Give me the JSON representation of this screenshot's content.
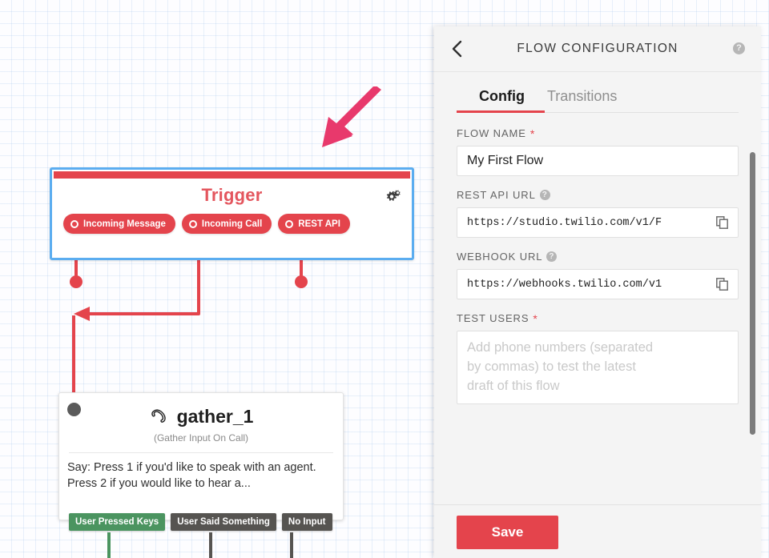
{
  "canvas": {
    "trigger": {
      "title": "Trigger",
      "gear_icon": "gears-icon",
      "pills": [
        {
          "label": "Incoming Message",
          "name": "trigger-pill-incoming-message"
        },
        {
          "label": "Incoming Call",
          "name": "trigger-pill-incoming-call"
        },
        {
          "label": "REST API",
          "name": "trigger-pill-rest-api"
        }
      ]
    },
    "gather": {
      "phone_icon": "phone-icon",
      "title": "gather_1",
      "subtitle": "(Gather Input On Call)",
      "body": "Say: Press 1 if you'd like to speak with an agent. Press 2 if you would like to hear a...",
      "outcomes": [
        {
          "label": "User Pressed Keys",
          "style": "green"
        },
        {
          "label": "User Said Something",
          "style": "gray"
        },
        {
          "label": "No Input",
          "style": "gray"
        }
      ]
    },
    "annotations": [
      {
        "name": "annotation-arrow-canvas",
        "direction": "down-left"
      },
      {
        "name": "annotation-arrow-panel",
        "direction": "left"
      }
    ]
  },
  "panel": {
    "back_icon": "chevron-left-icon",
    "title": "FLOW CONFIGURATION",
    "help_icon": "help-circle-icon",
    "tabs": [
      {
        "label": "Config",
        "active": true
      },
      {
        "label": "Transitions",
        "active": false
      }
    ],
    "fields": {
      "flow_name": {
        "label": "FLOW NAME",
        "required": true,
        "value": "My First Flow"
      },
      "rest_api_url": {
        "label": "REST API URL",
        "has_help": true,
        "value": "https://studio.twilio.com/v1/F",
        "copy_icon": "copy-icon"
      },
      "webhook_url": {
        "label": "WEBHOOK URL",
        "has_help": true,
        "value": "https://webhooks.twilio.com/v1",
        "copy_icon": "copy-icon"
      },
      "test_users": {
        "label": "TEST USERS",
        "required": true,
        "placeholder_line1": "Add phone numbers (separated",
        "placeholder_line2": "by commas) to test the latest",
        "placeholder_line3": "draft of this flow"
      }
    },
    "save_label": "Save"
  },
  "colors": {
    "accent_red": "#e4444c",
    "selection_blue": "#5badf0",
    "annotation_pink": "#e8396c",
    "outcome_green": "#4b9460",
    "outcome_gray": "#565451"
  }
}
